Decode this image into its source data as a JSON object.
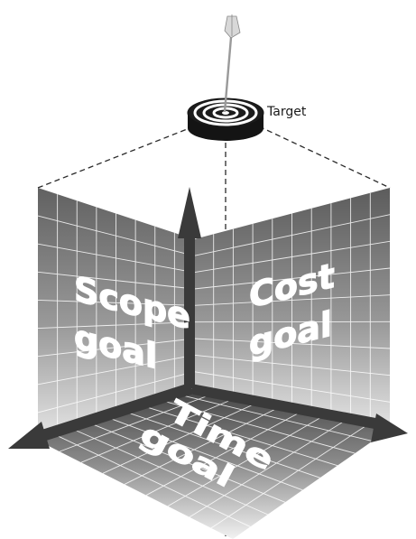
{
  "target_label": "Target",
  "goals": {
    "scope": [
      "Scope",
      "goal"
    ],
    "cost": [
      "Cost",
      "goal"
    ],
    "time": [
      "Time",
      "goal"
    ]
  },
  "colors": {
    "panel_dark": "#5e5e5e",
    "panel_light": "#f3f3f3",
    "grid_line": "#ffffff",
    "arrow": "#3a3a3a",
    "dashed_line": "#2a2a2a",
    "target_black": "#141414",
    "target_white": "#ffffff",
    "dart_shaft": "#9a9a9a"
  }
}
